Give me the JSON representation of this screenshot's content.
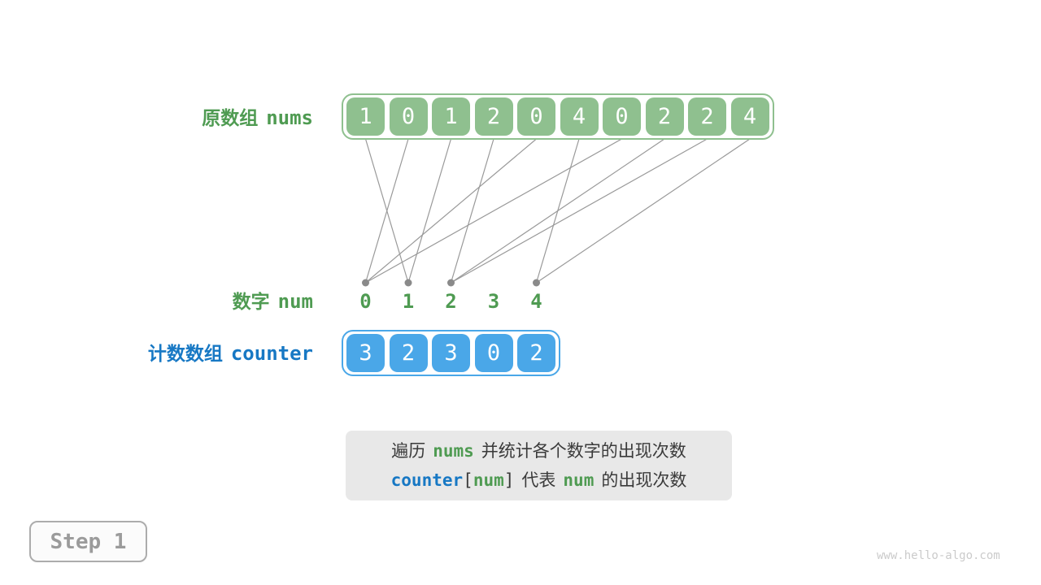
{
  "colors": {
    "green": "#4F9B52",
    "green_fill": "#8FC08F",
    "blue": "#1778C4",
    "blue_fill": "#4AA7E8",
    "line": "#999999",
    "dot": "#8A8A8A",
    "caption_bg": "#E8E8E8",
    "caption_text": "#3A3A3A",
    "step_text": "#9B9B9B",
    "step_border": "#ACACAC",
    "watermark_text": "#CBCBCB"
  },
  "nums": {
    "label_zh": "原数组",
    "label_code": "nums",
    "values": [
      "1",
      "0",
      "1",
      "2",
      "0",
      "4",
      "0",
      "2",
      "2",
      "4"
    ]
  },
  "num": {
    "label_zh": "数字",
    "label_code": "num",
    "values": [
      "0",
      "1",
      "2",
      "3",
      "4"
    ]
  },
  "counter": {
    "label_zh": "计数数组",
    "label_code": "counter",
    "values": [
      "3",
      "2",
      "3",
      "0",
      "2"
    ]
  },
  "connections": [
    {
      "from": 0,
      "to": 1
    },
    {
      "from": 1,
      "to": 0
    },
    {
      "from": 2,
      "to": 1
    },
    {
      "from": 3,
      "to": 2
    },
    {
      "from": 4,
      "to": 0
    },
    {
      "from": 5,
      "to": 4
    },
    {
      "from": 6,
      "to": 0
    },
    {
      "from": 7,
      "to": 2
    },
    {
      "from": 8,
      "to": 2
    },
    {
      "from": 9,
      "to": 4
    }
  ],
  "caption": {
    "line1": {
      "pre": "遍历",
      "code_nums": "nums",
      "post": "并统计各个数字的出现次数"
    },
    "line2": {
      "code_counter": "counter",
      "bracket_open": "[",
      "code_num1": "num",
      "bracket_close": "]",
      "mid": "代表",
      "code_num2": "num",
      "post": "的出现次数"
    }
  },
  "step": {
    "label": "Step 1"
  },
  "watermark": "www.hello-algo.com"
}
